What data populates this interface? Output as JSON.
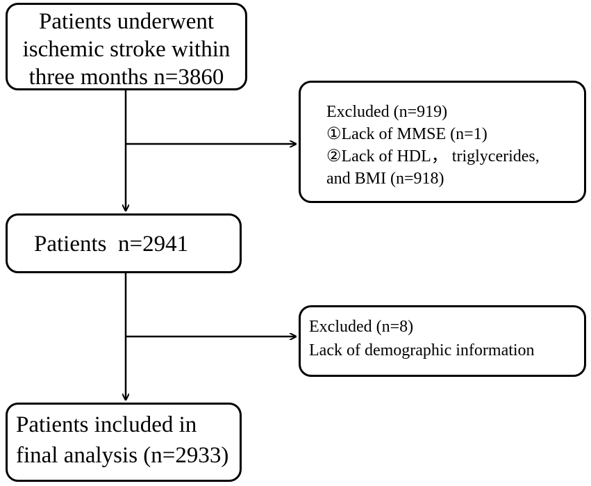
{
  "boxes": {
    "enrolled": {
      "lines": [
        "Patients underwent",
        "ischemic stroke within",
        "three months n=3860"
      ]
    },
    "excluded_first": {
      "lines": [
        "Excluded (n=919)",
        "①Lack of MMSE (n=1)",
        "②Lack of HDL， triglycerides,",
        "and BMI (n=918)"
      ]
    },
    "patients": {
      "lines": [
        "Patients  n=2941"
      ]
    },
    "excluded_second": {
      "lines": [
        "Excluded (n=8)",
        "Lack of demographic information"
      ]
    },
    "final": {
      "lines": [
        "Patients included in",
        "final analysis (n=2933)"
      ]
    }
  }
}
